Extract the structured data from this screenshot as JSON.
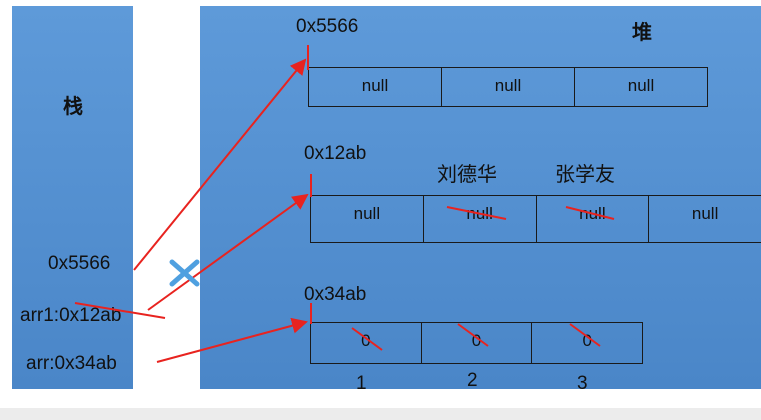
{
  "stack": {
    "title": "栈",
    "entries": [
      "0x5566",
      "arr1:0x12ab",
      "arr:0x34ab"
    ]
  },
  "heap": {
    "title": "堆",
    "arrays": [
      {
        "address": "0x5566",
        "cells": [
          "null",
          "null",
          "null"
        ]
      },
      {
        "address": "0x12ab",
        "cells": [
          "null",
          "null",
          "null",
          "null"
        ]
      },
      {
        "address": "0x34ab",
        "cells": [
          "0",
          "0",
          "0"
        ]
      }
    ],
    "assigned_names": [
      "刘德华",
      "张学友"
    ],
    "indices": [
      "1",
      "2",
      "3"
    ]
  },
  "colors": {
    "panel": "#4a86c8",
    "arrow": "#e8231f",
    "cross": "#4fa0e0"
  }
}
